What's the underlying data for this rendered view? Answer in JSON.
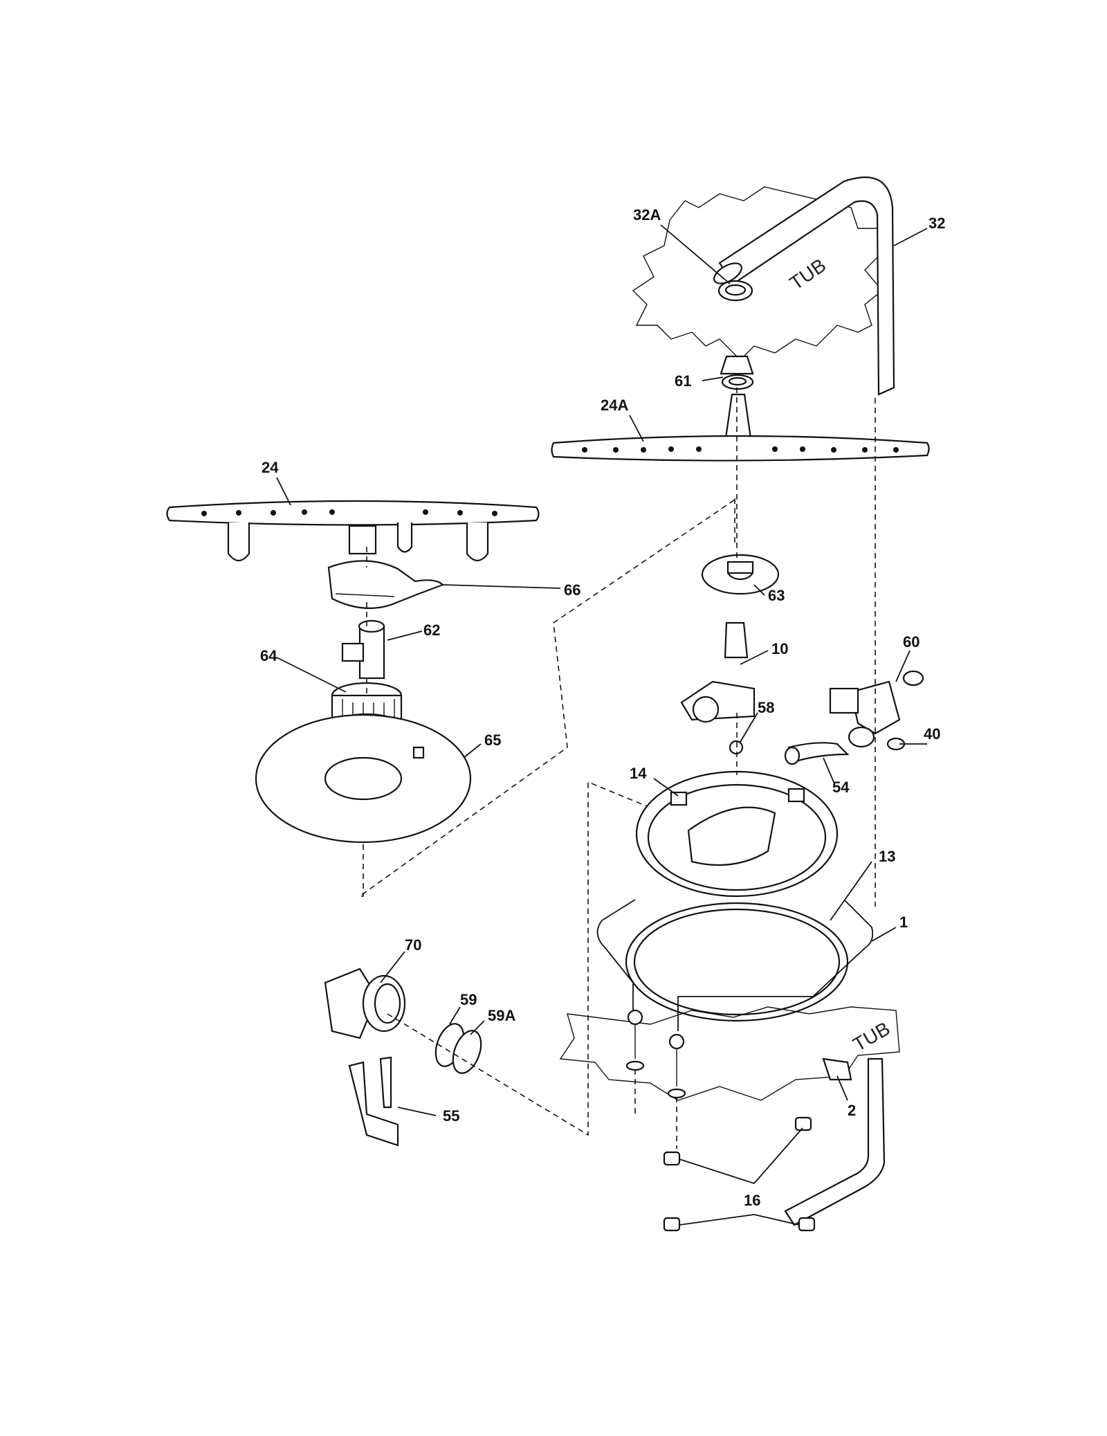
{
  "callouts": {
    "c32a": "32A",
    "c32": "32",
    "c61": "61",
    "c24a": "24A",
    "c24": "24",
    "c66": "66",
    "c63": "63",
    "c62": "62",
    "c64": "64",
    "c10": "10",
    "c60": "60",
    "c58": "58",
    "c40": "40",
    "c65": "65",
    "c54": "54",
    "c14": "14",
    "c13": "13",
    "c1": "1",
    "c70": "70",
    "c59": "59",
    "c59a": "59A",
    "c2": "2",
    "c55": "55",
    "c16": "16"
  },
  "tub_text": {
    "upper": "TUB",
    "lower": "TUB"
  }
}
